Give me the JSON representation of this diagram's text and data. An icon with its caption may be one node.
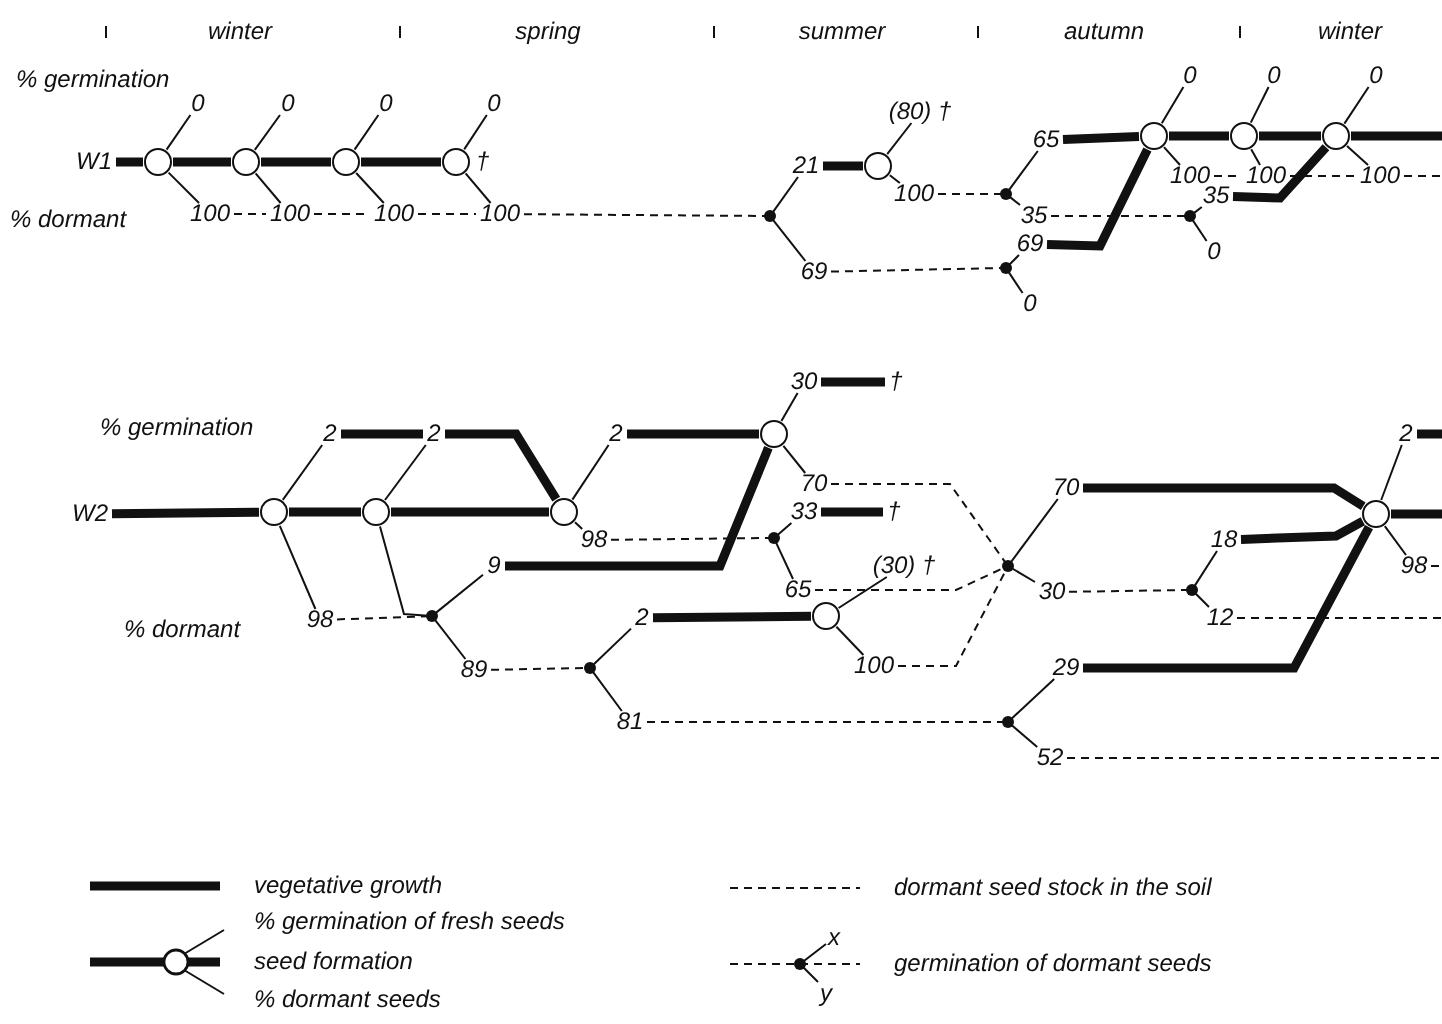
{
  "diagram": {
    "nodes": [
      {
        "text": [
          "W1"
        ]
      },
      {
        "text": [],
        "shape": "circle"
      },
      {
        "text": [
          "0"
        ]
      },
      {
        "text": [
          "100"
        ]
      },
      {
        "text": [],
        "shape": "circle"
      },
      {
        "text": [
          "0"
        ]
      },
      {
        "text": [
          "100"
        ]
      },
      {
        "text": [],
        "shape": "circle"
      },
      {
        "text": [
          "0"
        ]
      },
      {
        "text": [
          "100"
        ]
      },
      {
        "text": [],
        "shape": "circle",
        "beside": [
          "†"
        ]
      },
      {
        "text": [
          "0"
        ]
      },
      {
        "text": [
          "100"
        ]
      },
      {
        "text": [],
        "shape": "dot"
      },
      {
        "text": [
          "21"
        ]
      },
      {
        "text": [
          "69"
        ]
      },
      {
        "text": [],
        "shape": "circle"
      },
      {
        "text": [
          "(80) †"
        ]
      },
      {
        "text": [
          "100"
        ]
      },
      {
        "text": [],
        "shape": "dot"
      },
      {
        "text": [
          "65"
        ]
      },
      {
        "text": [
          "35"
        ]
      },
      {
        "text": [],
        "shape": "dot"
      },
      {
        "text": [
          "69"
        ]
      },
      {
        "text": [
          "0"
        ]
      },
      {
        "text": [],
        "shape": "circle"
      },
      {
        "text": [
          "0"
        ]
      },
      {
        "text": [
          "100"
        ]
      },
      {
        "text": [],
        "shape": "circle"
      },
      {
        "text": [
          "0"
        ]
      },
      {
        "text": [
          "100"
        ]
      },
      {
        "text": [],
        "shape": "dot"
      },
      {
        "text": [
          "35"
        ]
      },
      {
        "text": [
          "0"
        ]
      },
      {
        "text": [],
        "shape": "circle"
      },
      {
        "text": [
          "0"
        ]
      },
      {
        "text": [
          "100"
        ]
      },
      {
        "text": [
          "W2"
        ]
      },
      {
        "text": [],
        "shape": "circle"
      },
      {
        "text": [
          "2"
        ]
      },
      {
        "text": [
          "98"
        ]
      },
      {
        "text": [],
        "shape": "circle"
      },
      {
        "text": [
          "2"
        ]
      },
      {
        "text": [],
        "shape": "circle"
      },
      {
        "text": [
          "2"
        ]
      },
      {
        "text": [
          "98"
        ]
      },
      {
        "text": [],
        "shape": "dot"
      },
      {
        "text": [
          "9"
        ]
      },
      {
        "text": [
          "89"
        ]
      },
      {
        "text": [],
        "shape": "circle"
      },
      {
        "text": [
          "30"
        ]
      },
      {
        "text": [
          "†"
        ]
      },
      {
        "text": [
          "70"
        ]
      },
      {
        "text": [],
        "shape": "dot"
      },
      {
        "text": [
          "33"
        ]
      },
      {
        "text": [
          "†"
        ]
      },
      {
        "text": [
          "65"
        ]
      },
      {
        "text": [],
        "shape": "dot"
      },
      {
        "text": [
          "2"
        ]
      },
      {
        "text": [
          "81"
        ]
      },
      {
        "text": [],
        "shape": "circle"
      },
      {
        "text": [
          "(30) †"
        ]
      },
      {
        "text": [
          "100"
        ]
      },
      {
        "text": [],
        "shape": "dot"
      },
      {
        "text": [
          "70"
        ]
      },
      {
        "text": [
          "30"
        ]
      },
      {
        "text": [],
        "shape": "dot"
      },
      {
        "text": [
          "29"
        ]
      },
      {
        "text": [
          "52"
        ]
      },
      {
        "text": [],
        "shape": "dot"
      },
      {
        "text": [
          "18"
        ]
      },
      {
        "text": [
          "12"
        ]
      },
      {
        "text": [],
        "shape": "circle"
      },
      {
        "text": [
          "2"
        ]
      },
      {
        "text": [
          "98"
        ]
      }
    ],
    "edges": [
      {
        "from": 0,
        "to": 1,
        "arrow": "none",
        "style": "thick"
      },
      {
        "from": 1,
        "to": 4,
        "arrow": "none",
        "style": "thick"
      },
      {
        "from": 4,
        "to": 7,
        "arrow": "none",
        "style": "thick"
      },
      {
        "from": 7,
        "to": 10,
        "arrow": "none",
        "style": "thick"
      },
      {
        "from": 1,
        "to": 2,
        "arrow": "none"
      },
      {
        "from": 1,
        "to": 3,
        "arrow": "none"
      },
      {
        "from": 4,
        "to": 5,
        "arrow": "none"
      },
      {
        "from": 4,
        "to": 6,
        "arrow": "none"
      },
      {
        "from": 7,
        "to": 8,
        "arrow": "none"
      },
      {
        "from": 7,
        "to": 9,
        "arrow": "none"
      },
      {
        "from": 10,
        "to": 11,
        "arrow": "none"
      },
      {
        "from": 10,
        "to": 12,
        "arrow": "none"
      },
      {
        "from": 3,
        "to": 6,
        "arrow": "none",
        "style": "dashed"
      },
      {
        "from": 6,
        "to": 9,
        "arrow": "none",
        "style": "dashed"
      },
      {
        "from": 9,
        "to": 12,
        "arrow": "none",
        "style": "dashed"
      },
      {
        "from": 12,
        "to": 13,
        "arrow": "none",
        "style": "dashed"
      },
      {
        "from": 13,
        "to": 14,
        "arrow": "none"
      },
      {
        "from": 13,
        "to": 15,
        "arrow": "none"
      },
      {
        "from": 14,
        "to": 16,
        "arrow": "none",
        "style": "thick"
      },
      {
        "from": 16,
        "to": 17,
        "arrow": "none"
      },
      {
        "from": 16,
        "to": 18,
        "arrow": "none"
      },
      {
        "from": 18,
        "to": 19,
        "arrow": "none",
        "style": "dashed"
      },
      {
        "from": 19,
        "to": 20,
        "arrow": "none"
      },
      {
        "from": 19,
        "to": 21,
        "arrow": "none"
      },
      {
        "from": 15,
        "to": 22,
        "arrow": "none",
        "style": "dashed"
      },
      {
        "from": 22,
        "to": 23,
        "arrow": "none"
      },
      {
        "from": 22,
        "to": 24,
        "arrow": "none"
      },
      {
        "from": 20,
        "to": 25,
        "arrow": "none",
        "style": "thick"
      },
      {
        "from": 23,
        "to": 25,
        "arrow": "none",
        "style": "thick"
      },
      {
        "from": 25,
        "to": 26,
        "arrow": "none"
      },
      {
        "from": 25,
        "to": 27,
        "arrow": "none"
      },
      {
        "from": 25,
        "to": 28,
        "arrow": "none",
        "style": "thick"
      },
      {
        "from": 28,
        "to": 29,
        "arrow": "none"
      },
      {
        "from": 28,
        "to": 30,
        "arrow": "none"
      },
      {
        "from": 28,
        "to": 34,
        "arrow": "none",
        "style": "thick"
      },
      {
        "from": 34,
        "to": 35,
        "arrow": "none"
      },
      {
        "from": 34,
        "to": 36,
        "arrow": "none"
      },
      {
        "from": 34,
        "to": null,
        "arrow": "none",
        "style": "thick"
      },
      {
        "from": 27,
        "to": 30,
        "arrow": "none",
        "style": "dashed"
      },
      {
        "from": 30,
        "to": 36,
        "arrow": "none",
        "style": "dashed"
      },
      {
        "from": 36,
        "to": null,
        "arrow": "none",
        "style": "dashed"
      },
      {
        "from": 21,
        "to": 31,
        "arrow": "none",
        "style": "dashed"
      },
      {
        "from": 31,
        "to": 32,
        "arrow": "none"
      },
      {
        "from": 31,
        "to": 33,
        "arrow": "none"
      },
      {
        "from": 32,
        "to": 34,
        "arrow": "none",
        "style": "thick"
      },
      {
        "from": 37,
        "to": 38,
        "arrow": "none",
        "style": "thick"
      },
      {
        "from": 38,
        "to": 41,
        "arrow": "none",
        "style": "thick"
      },
      {
        "from": 41,
        "to": 43,
        "arrow": "none",
        "style": "thick"
      },
      {
        "from": 38,
        "to": 39,
        "arrow": "none"
      },
      {
        "from": 38,
        "to": 40,
        "arrow": "none"
      },
      {
        "from": 41,
        "to": 42,
        "arrow": "none"
      },
      {
        "from": 43,
        "to": 44,
        "arrow": "none"
      },
      {
        "from": 43,
        "to": 45,
        "arrow": "none"
      },
      {
        "from": 41,
        "to": 46,
        "arrow": "none"
      },
      {
        "from": 39,
        "to": 42,
        "arrow": "none",
        "style": "thick"
      },
      {
        "from": 42,
        "to": 43,
        "arrow": "none",
        "style": "thick"
      },
      {
        "from": 40,
        "to": 46,
        "arrow": "none",
        "style": "dashed"
      },
      {
        "from": 46,
        "to": 47,
        "arrow": "none"
      },
      {
        "from": 46,
        "to": 48,
        "arrow": "none"
      },
      {
        "from": 47,
        "to": 49,
        "arrow": "none",
        "style": "thick"
      },
      {
        "from": 44,
        "to": 49,
        "arrow": "none",
        "style": "thick"
      },
      {
        "from": 45,
        "to": 53,
        "arrow": "none",
        "style": "dashed"
      },
      {
        "from": 49,
        "to": 50,
        "arrow": "none"
      },
      {
        "from": 49,
        "to": 52,
        "arrow": "none"
      },
      {
        "from": 50,
        "to": 51,
        "arrow": "none",
        "style": "thick"
      },
      {
        "from": 53,
        "to": 54,
        "arrow": "none"
      },
      {
        "from": 53,
        "to": 56,
        "arrow": "none"
      },
      {
        "from": 54,
        "to": 55,
        "arrow": "none",
        "style": "thick"
      },
      {
        "from": 48,
        "to": 57,
        "arrow": "none",
        "style": "dashed"
      },
      {
        "from": 57,
        "to": 58,
        "arrow": "none"
      },
      {
        "from": 57,
        "to": 59,
        "arrow": "none"
      },
      {
        "from": 58,
        "to": 60,
        "arrow": "none",
        "style": "thick"
      },
      {
        "from": 60,
        "to": 61,
        "arrow": "none"
      },
      {
        "from": 60,
        "to": 62,
        "arrow": "none"
      },
      {
        "from": 52,
        "to": 63,
        "arrow": "none",
        "style": "dashed"
      },
      {
        "from": 56,
        "to": 63,
        "arrow": "none",
        "style": "dashed"
      },
      {
        "from": 62,
        "to": 63,
        "arrow": "none",
        "style": "dashed"
      },
      {
        "from": 63,
        "to": 64,
        "arrow": "none"
      },
      {
        "from": 63,
        "to": 65,
        "arrow": "none"
      },
      {
        "from": 59,
        "to": 66,
        "arrow": "none",
        "style": "dashed"
      },
      {
        "from": 66,
        "to": 67,
        "arrow": "none"
      },
      {
        "from": 66,
        "to": 68,
        "arrow": "none"
      },
      {
        "from": 68,
        "to": null,
        "arrow": "none",
        "style": "dashed"
      },
      {
        "from": 65,
        "to": 69,
        "arrow": "none",
        "style": "dashed"
      },
      {
        "from": 69,
        "to": 70,
        "arrow": "none"
      },
      {
        "from": 69,
        "to": 71,
        "arrow": "none"
      },
      {
        "from": 71,
        "to": null,
        "arrow": "none",
        "style": "dashed"
      },
      {
        "from": 64,
        "to": 72,
        "arrow": "none",
        "style": "thick"
      },
      {
        "from": 70,
        "to": 72,
        "arrow": "none",
        "style": "thick"
      },
      {
        "from": 67,
        "to": 72,
        "arrow": "none",
        "style": "thick"
      },
      {
        "from": 72,
        "to": 73,
        "arrow": "none"
      },
      {
        "from": 72,
        "to": 74,
        "arrow": "none"
      },
      {
        "from": 73,
        "to": null,
        "arrow": "none",
        "style": "thick"
      },
      {
        "from": 74,
        "to": null,
        "arrow": "none",
        "style": "dashed"
      },
      {
        "from": 72,
        "to": null,
        "arrow": "none",
        "style": "thick"
      }
    ],
    "labels": [
      "winter",
      "spring",
      "summer",
      "autumn",
      "winter",
      "% germination",
      "% dormant",
      "% germination",
      "% dormant",
      "x",
      "y"
    ],
    "legend": [
      {
        "text": "vegetative growth"
      },
      {
        "text": "% germination of fresh seeds"
      },
      {
        "text": "seed formation"
      },
      {
        "text": "% dormant seeds"
      },
      {
        "text": "dormant seed stock in the soil"
      },
      {
        "text": "germination of dormant seeds"
      }
    ]
  }
}
